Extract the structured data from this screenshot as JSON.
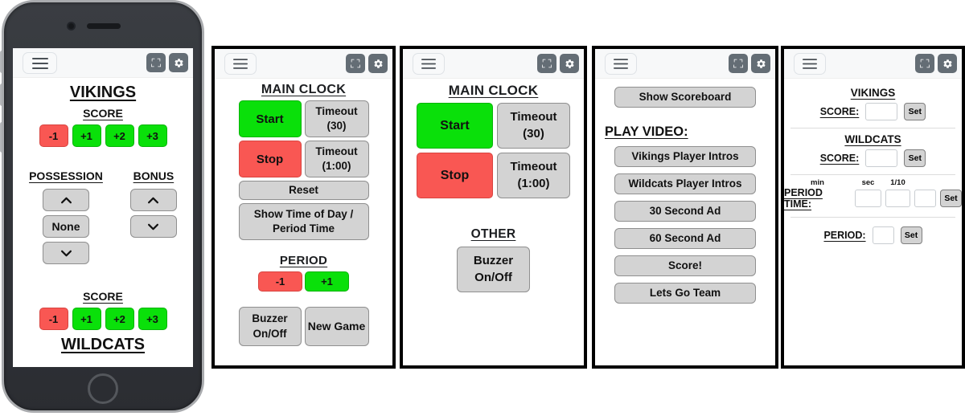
{
  "colors": {
    "green_button": "#0ae00a",
    "red_button": "#f95753",
    "gray_button": "#d3d3d3",
    "dark_icon_button": "#646d75",
    "header_bar": "#f7f8f9"
  },
  "icons": {
    "menu": "hamburger-icon",
    "fullscreen": "expand-icon",
    "settings": "gear-icon",
    "up": "chevron-up-icon",
    "down": "chevron-down-icon"
  },
  "phone_app": {
    "team_top": "VIKINGS",
    "score_top_label": "SCORE",
    "score_buttons_top": [
      "-1",
      "+1",
      "+2",
      "+3"
    ],
    "possession_label": "POSSESSION",
    "possession_none": "None",
    "bonus_label": "BONUS",
    "score_bottom_label": "SCORE",
    "score_buttons_bottom": [
      "-1",
      "+1",
      "+2",
      "+3"
    ],
    "team_bottom": "WILDCATS"
  },
  "clock_panel": {
    "heading": "MAIN CLOCK",
    "start": "Start",
    "timeout30_line1": "Timeout",
    "timeout30_line2": "(30)",
    "stop": "Stop",
    "timeout100_line1": "Timeout",
    "timeout100_line2": "(1:00)",
    "reset": "Reset",
    "show_time_line1": "Show Time of Day /",
    "show_time_line2": "Period Time",
    "period_heading": "PERIOD",
    "period_minus": "-1",
    "period_plus": "+1",
    "buzzer_line1": "Buzzer",
    "buzzer_line2": "On/Off",
    "new_game": "New Game"
  },
  "clock_simple_panel": {
    "heading": "MAIN CLOCK",
    "start": "Start",
    "timeout30_line1": "Timeout",
    "timeout30_line2": "(30)",
    "stop": "Stop",
    "timeout100_line1": "Timeout",
    "timeout100_line2": "(1:00)",
    "other_heading": "OTHER",
    "buzzer_line1": "Buzzer",
    "buzzer_line2": "On/Off"
  },
  "video_panel": {
    "show_scoreboard": "Show Scoreboard",
    "heading": "PLAY VIDEO:",
    "buttons": [
      "Vikings Player Intros",
      "Wildcats Player Intros",
      "30 Second Ad",
      "60 Second Ad",
      "Score!",
      "Lets Go Team"
    ]
  },
  "set_panel": {
    "vikings_heading": "VIKINGS",
    "vikings_score_label": "SCORE:",
    "wildcats_heading": "WILDCATS",
    "wildcats_score_label": "SCORE:",
    "period_time_label": "PERIOD TIME:",
    "min_label": "min",
    "sec_label": "sec",
    "tenth_label": "1/10",
    "period_label": "PERIOD:",
    "set_label": "Set",
    "values": {
      "vikings_score": "",
      "wildcats_score": "",
      "minutes": "",
      "seconds": "",
      "tenths": "",
      "period": ""
    }
  }
}
